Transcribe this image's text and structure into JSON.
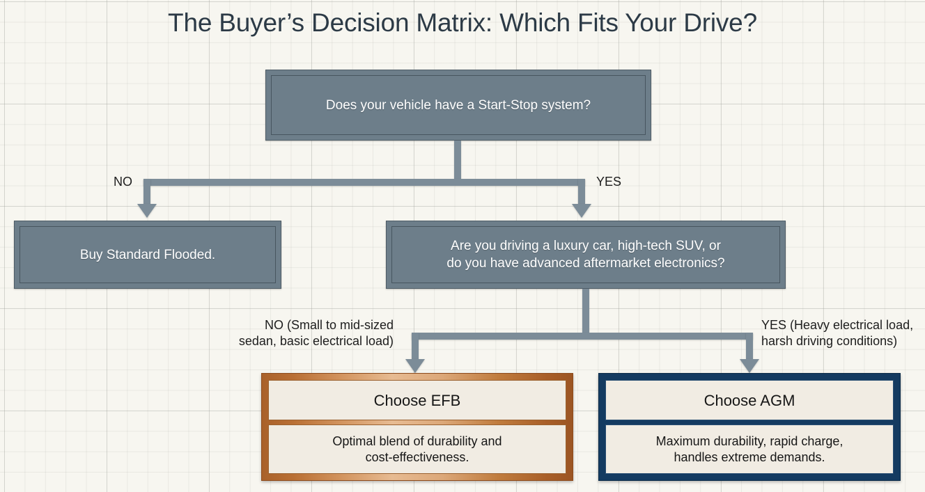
{
  "page": {
    "title": "The Buyer’s Decision Matrix: Which Fits Your Drive?",
    "background_color": "#f7f6f0",
    "grid_color": "#a0a29b"
  },
  "colors": {
    "slate_fill": "#6d7e8a",
    "slate_border": "#4e5c66",
    "connector": "#7c8c98",
    "efb_border": "#b96f34",
    "agm_border": "#143b61",
    "card_panel_fill": "#f1ece3",
    "title_text": "#2c3a46"
  },
  "flow": {
    "decision_1": {
      "text": "Does your vehicle have a Start-Stop system?"
    },
    "decision_1_branches": {
      "no_label": "NO",
      "yes_label": "YES"
    },
    "outcome_flooded": {
      "text": "Buy Standard Flooded."
    },
    "decision_2": {
      "line_1": "Are you driving a luxury car, high-tech SUV, or",
      "line_2": "do you have advanced aftermarket electronics?"
    },
    "decision_2_branches": {
      "no_label_line_1": "NO (Small to mid-sized",
      "no_label_line_2": "sedan, basic electrical load)",
      "yes_label_line_1": "YES (Heavy electrical load,",
      "yes_label_line_2": "harsh driving conditions)"
    },
    "result_efb": {
      "heading": "Choose EFB",
      "detail_line_1": "Optimal blend of durability and",
      "detail_line_2": "cost-effectiveness."
    },
    "result_agm": {
      "heading": "Choose AGM",
      "detail_line_1": "Maximum durability, rapid charge,",
      "detail_line_2": "handles extreme demands."
    }
  }
}
